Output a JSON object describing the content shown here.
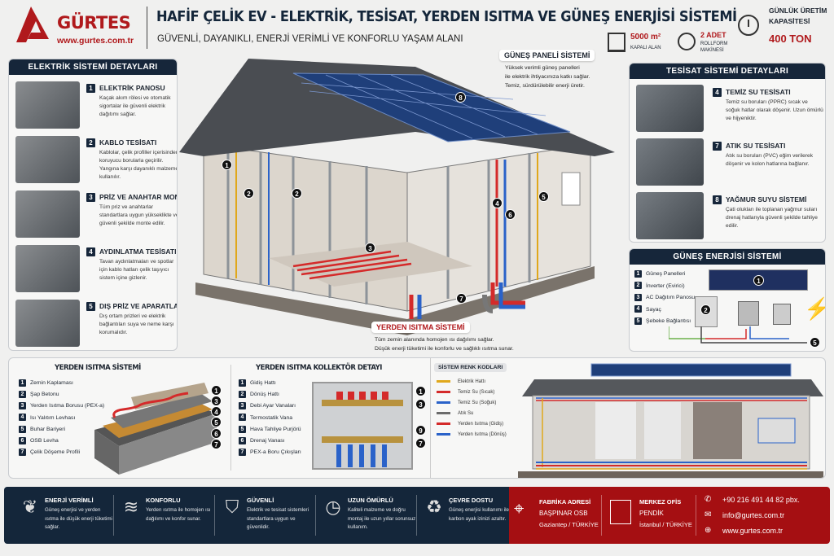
{
  "brand": {
    "name": "GÜRTES",
    "url": "www.gurtes.com.tr"
  },
  "header": {
    "title": "HAFİF ÇELİK EV - ELEKTRİK, TESİSAT, YERDEN ISITMA VE GÜNEŞ ENERJİSİ SİSTEMİ",
    "subtitle": "GÜVENLİ, DAYANIKLI, ENERJİ VERİMLİ VE KONFORLU YAŞAM ALANI"
  },
  "stats": {
    "area_value": "5000 m²",
    "area_label": "KAPALI ALAN",
    "machines_value": "2 ADET",
    "machines_label1": "ROLLFORM",
    "machines_label2": "MAKİNESİ",
    "capacity_label1": "GÜNLÜK ÜRETİM",
    "capacity_label2": "KAPASİTESİ",
    "capacity_value": "400 TON"
  },
  "electric": {
    "title": "ELEKTRİK SİSTEMİ DETAYLARI",
    "items": [
      {
        "n": "1",
        "title": "ELEKTRİK PANOSU",
        "desc": "Kaçak akım rölesi ve otomatik sigortalar ile güvenli elektrik dağıtımı sağlar."
      },
      {
        "n": "2",
        "title": "KABLO TESİSATI",
        "desc": "Kablolar, çelik profiller içerisinden koruyucu borularla geçirilir. Yangına karşı dayanıklı malzeme kullanılır."
      },
      {
        "n": "3",
        "title": "PRİZ VE ANAHTAR MONTAJI",
        "desc": "Tüm priz ve anahtarlar standartlara uygun yükseklikte ve güvenli şekilde monte edilir."
      },
      {
        "n": "4",
        "title": "AYDINLATMA TESİSATI",
        "desc": "Tavan aydınlatmaları ve spotlar için kablo hatları çelik taşıyıcı sistem içine gizlenir."
      },
      {
        "n": "5",
        "title": "DIŞ PRİZ VE APARATLAR",
        "desc": "Dış ortam prizleri ve elektrik bağlantıları suya ve neme karşı korumalıdır."
      }
    ]
  },
  "plumbing": {
    "title": "TESİSAT SİSTEMİ DETAYLARI",
    "items": [
      {
        "n": "4",
        "title": "TEMİZ SU TESİSATI",
        "desc": "Temiz su boruları (PPRC) sıcak ve soğuk hatlar olarak döşenir. Uzun ömürlü ve hijyeniktir."
      },
      {
        "n": "7",
        "title": "ATIK SU TESİSATI",
        "desc": "Atık su boruları (PVC) eğim verilerek döşenir ve kolon hatlarına bağlanır."
      },
      {
        "n": "8",
        "title": "YAĞMUR SUYU SİSTEMİ",
        "desc": "Çati olukları ile toplanan yağmur suları drenaj hatlarıyla güvenli şekilde tahliye edilir."
      }
    ]
  },
  "solar": {
    "title": "GÜNEŞ ENERJİSİ SİSTEMİ",
    "items": [
      "Güneş Panelleri",
      "İnverter (Evirici)",
      "AC Dağıtım Panosu",
      "Sayaç",
      "Şebeke Bağlantısı"
    ]
  },
  "callouts": {
    "solar_title": "GÜNEŞ PANELİ SİSTEMİ",
    "solar_desc1": "Yüksek verimli güneş panelleri",
    "solar_desc2": "ile elektrik ihtiyacınıza katkı sağlar.",
    "solar_desc3": "Temiz, sürdürülebilir enerji üretir.",
    "heat_title": "YERDEN ISITMA SİSTEMİ",
    "heat_desc1": "Tüm zemin alanında homojen ısı dağılımı sağlar.",
    "heat_desc2": "Düşük enerji tüketimi ile konforlu ve sağlıklı ısıtma sunar."
  },
  "house_markers": [
    "1",
    "2",
    "2",
    "3",
    "4",
    "5",
    "6",
    "7",
    "8"
  ],
  "floor_heating": {
    "title": "YERDEN ISITMA SİSTEMİ",
    "layers": [
      "Zemin Kaplaması",
      "Şap Betonu",
      "Yerden Isıtma Borusu (PEX-a)",
      "Isı Yalıtım Levhası",
      "Buhar Bariyeri",
      "OSB Levha",
      "Çelik Döşeme Profili"
    ],
    "markers": [
      "1",
      "3",
      "4",
      "5",
      "6",
      "7"
    ]
  },
  "collector": {
    "title": "YERDEN ISITMA KOLLEKTÖR DETAYI",
    "items": [
      "Gidiş Hattı",
      "Dönüş Hattı",
      "Debi Ayar Vanaları",
      "Termostatik Vana",
      "Hava Tahliye Purjörü",
      "Drenaj Vanası",
      "PEX-a Boru Çıkışları"
    ],
    "markers": [
      "1",
      "3",
      "9",
      "7"
    ]
  },
  "color_codes": {
    "title": "SİSTEM RENK KODLARI",
    "items": [
      {
        "label": "Elektrik Hattı",
        "color": "#e0a81c"
      },
      {
        "label": "Temiz Su (Sıcak)",
        "color": "#d42a2a"
      },
      {
        "label": "Temiz Su (Soğuk)",
        "color": "#2a62c9"
      },
      {
        "label": "Atık Su",
        "color": "#6b6b6b"
      },
      {
        "label": "Yerden Isıtma (Gidiş)",
        "color": "#d42a2a"
      },
      {
        "label": "Yerden Isıtma (Dönüş)",
        "color": "#2a62c9"
      }
    ]
  },
  "features": [
    {
      "title": "ENERJİ VERİMLİ",
      "desc": "Güneş enerjisi ve yerden ısıtma ile düşük enerji tüketimi sağlar.",
      "icon": "leaf-icon"
    },
    {
      "title": "KONFORLU",
      "desc": "Yerden ısıtma ile homojen ısı dağılımı ve konfor sunar.",
      "icon": "heat-waves-icon"
    },
    {
      "title": "GÜVENLİ",
      "desc": "Elektrik ve tesisat sistemleri standartlara uygun ve güvenlidir.",
      "icon": "shield-check-icon"
    },
    {
      "title": "UZUN ÖMÜRLÜ",
      "desc": "Kaliteli malzeme ve doğru montaj ile uzun yıllar sorunsuz kullanım.",
      "icon": "clock-icon"
    },
    {
      "title": "ÇEVRE DOSTU",
      "desc": "Güneş enerjisi kullanımı ile karbon ayak izinizi azaltır.",
      "icon": "recycle-icon"
    }
  ],
  "contact": {
    "factory_title": "FABRİKA ADRESİ",
    "factory_line1": "BAŞPINAR OSB",
    "factory_line2": "Gaziantep / TÜRKİYE",
    "office_title": "MERKEZ OFİS",
    "office_line1": "PENDİK",
    "office_line2": "İstanbul / TÜRKİYE",
    "phone": "+90 216 491 44 82 pbx.",
    "email": "info@gurtes.com.tr",
    "web": "www.gurtes.com.tr"
  },
  "colors": {
    "navy": "#14263a",
    "red": "#a50f12"
  }
}
